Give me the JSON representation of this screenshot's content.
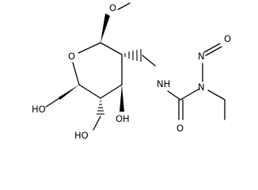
{
  "molecule": {
    "ring_oxygen": "O",
    "amide_nh": "NH",
    "nitroso_n": "N",
    "nitroso_o": "O",
    "amine_n": "N",
    "carbonyl_o": "O",
    "ch2oh": "HO",
    "oh_c4": "HO",
    "oh_c3": "OH",
    "methoxy_o": "O"
  },
  "colors": {
    "bond": "#000000",
    "text": "#000000",
    "background": "#ffffff"
  }
}
